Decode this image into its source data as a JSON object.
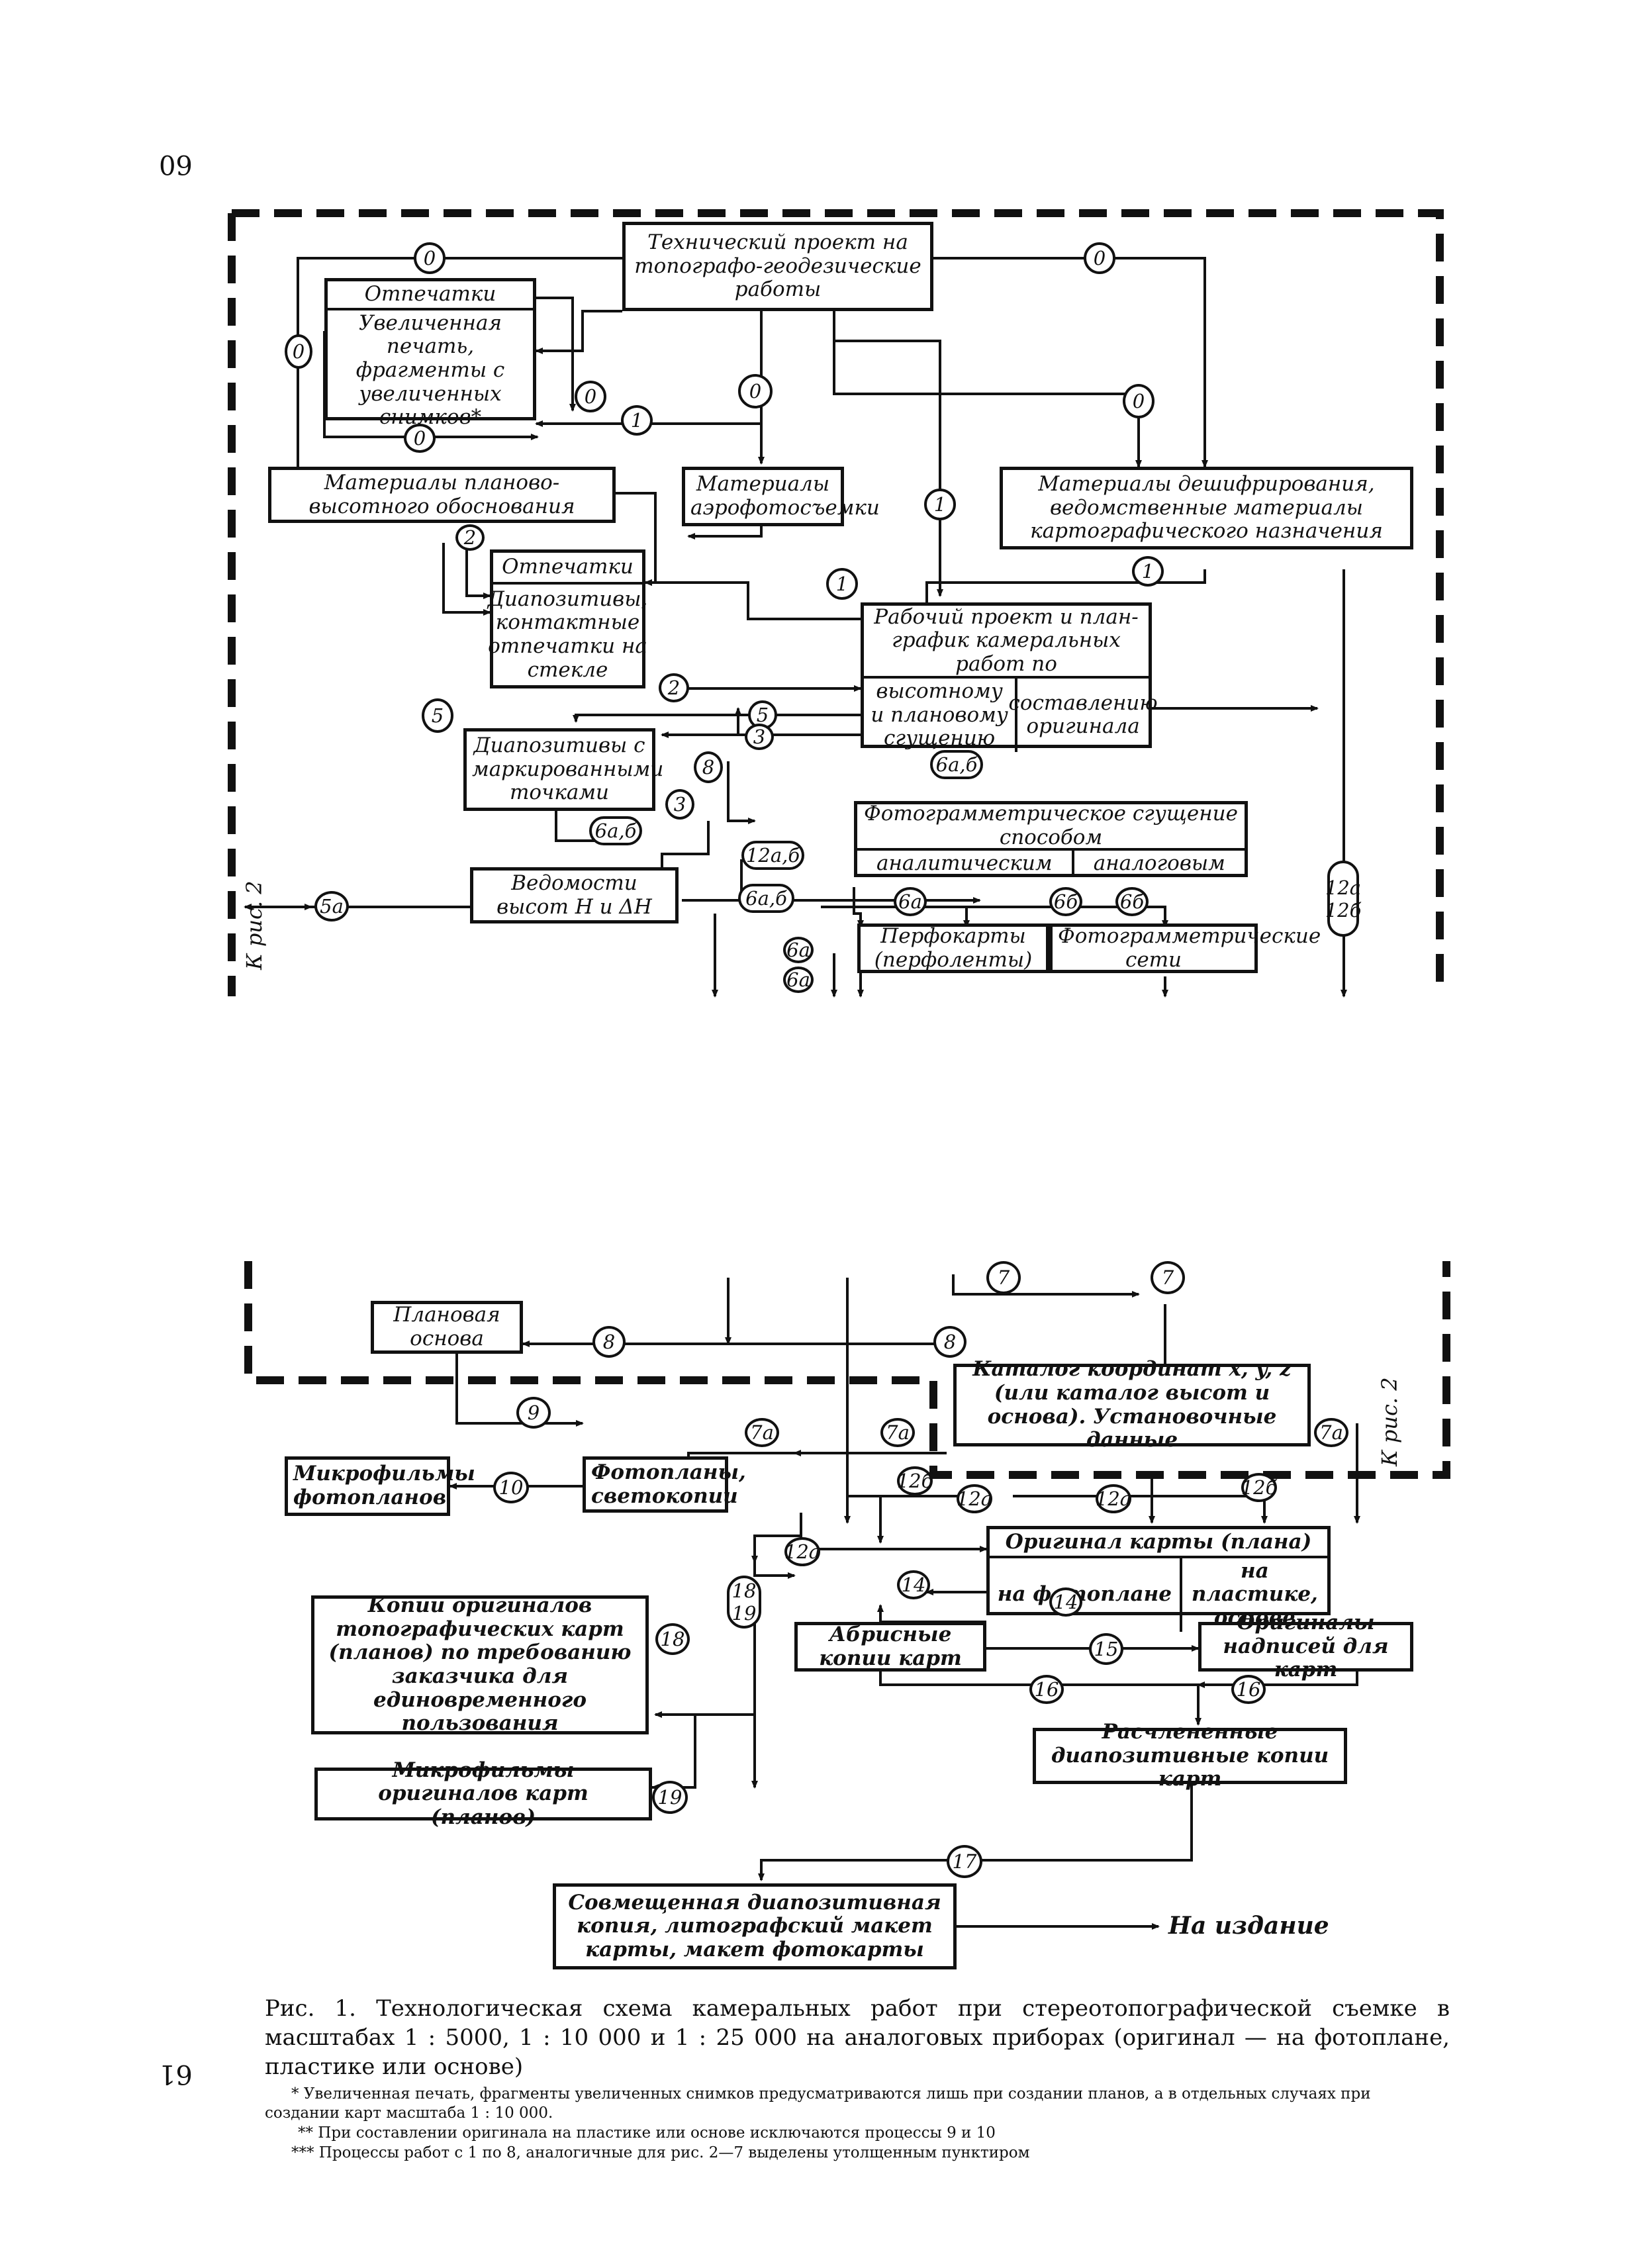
{
  "page_numbers": {
    "top": "60",
    "bottom": "61"
  },
  "boxes": {
    "tech_project": "Технический проект на топографо-геодезические работы",
    "prints_top": {
      "header": "Отпечатки",
      "body": "Увеличенная печать, фрагменты с увеличенных снимков*"
    },
    "pvo_materials": "Материалы планово-высотного обоснования",
    "aerial_materials": "Материалы аэрофотосъемки",
    "interp_materials": "Материалы дешифрирования, ведомственные материалы картографического назначения",
    "prints_mid": {
      "header": "Отпечатки",
      "body": "Диапозитивы, контактные отпечатки на стекле"
    },
    "work_project": {
      "header": "Рабочий проект и план-график камеральных работ по",
      "left": "высотному и плановому сгущению",
      "right": "составлению оригинала"
    },
    "marked_diapositives": "Диапозитивы с маркированными точками",
    "photogram_densification": {
      "header": "Фотограмметрическое сгущение способом",
      "left": "аналитическим",
      "right": "аналоговым"
    },
    "heights_list": "Ведомости высот H и ΔH",
    "punch_cards": "Перфокарты (перфоленты)",
    "photogram_nets": "Фотограмметрические сети",
    "plan_base": "Плановая основа",
    "catalog": "Каталог координат x, y, z (или каталог высот и основа). Установочные данные",
    "microfilm_photoplans": "Микрофильмы фотопланов",
    "photoplans": "Фотопланы, светокопии",
    "map_original": {
      "header": "Оригинал карты (плана)",
      "left": "на фотоплане",
      "right": "на пластике, основе"
    },
    "copies_originals": "Копии оригиналов топографических карт (планов) по требованию заказчика для единовременного пользования",
    "abris_copies": "Абрисные копии карт",
    "inscription_originals": "Оригиналы надписей для карт",
    "split_copies": "Расчлененные диапозитивные копии карт",
    "microfilm_originals": "Микрофильмы оригиналов карт (планов)",
    "combined_copy": "Совмещенная диапозитивная копия, литографский макет карты, макет фотокарты"
  },
  "side_labels": {
    "ref_fig2_left": "К рис. 2",
    "ref_fig2_right": "К рис. 2"
  },
  "output_label": "На издание",
  "badges": {
    "b0a": "0",
    "b0b": "0",
    "b0c": "0",
    "b0d": "0",
    "b0e": "0",
    "b0f": "0",
    "b0g": "0",
    "b1a": "1",
    "b1b": "1",
    "b1c": "1",
    "b1d": "1",
    "b2a": "2",
    "b2b": "2",
    "b3a": "3",
    "b3b": "3",
    "b5a": "5",
    "b5b": "5",
    "b5c": "5а",
    "b8a": "8",
    "b6ab_a": "6а,б",
    "b6ab_b": "6а,б",
    "b6ab_c": "6а,б",
    "b12ab": "12а,б",
    "b6a_a": "6а",
    "b6a_b": "6а",
    "b6a_c": "6а",
    "b6b_a": "6б",
    "b6b_b": "6б",
    "b12v": "12а 12б",
    "b7a": "7",
    "b7b": "7",
    "b8b": "8",
    "b8c": "8",
    "b9": "9",
    "b10": "10",
    "b7aa": "7а",
    "b7ab": "7а",
    "b7ac": "7а",
    "b12ba": "12б",
    "b12aa": "12а",
    "b12ab2": "12а",
    "b12bb": "12б",
    "b12ac": "12а",
    "b14a": "14",
    "b14b": "14",
    "b15": "15",
    "b16a": "16",
    "b16b": "16",
    "b17": "17",
    "b18": "18",
    "b1819": "18 19",
    "b19": "19"
  },
  "caption": {
    "main": "Рис. 1. Технологическая схема камеральных работ при стереотопографической съемке в масштабах 1 : 5000, 1 : 10 000 и 1 : 25 000 на аналоговых приборах (оригинал — на фотоплане, пластике или основе)",
    "note1": "* Увеличенная печать, фрагменты увеличенных снимков предусматриваются лишь при создании планов, а в отдельных случаях при создании карт масштаба 1 : 10 000.",
    "note2": "** При составлении оригинала на пластике или основе исключаются процессы 9 и 10",
    "note3": "*** Процессы работ с 1 по 8, аналогичные для рис. 2—7 выделены утолщенным пунктиром"
  }
}
